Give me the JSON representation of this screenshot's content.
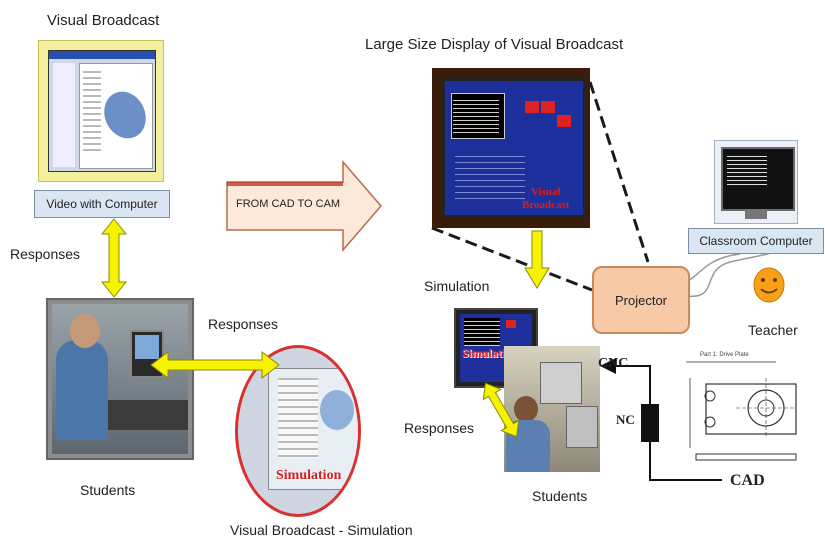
{
  "labels": {
    "visual_broadcast_title": "Visual Broadcast",
    "large_display_title": "Large Size Display of Visual Broadcast",
    "video_with_computer": "Video with Computer",
    "responses_left": "Responses",
    "responses_middle": "Responses",
    "responses_right": "Responses",
    "students_left": "Students",
    "students_right": "Students",
    "from_cad_to_cam": "FROM CAD TO CAM",
    "simulation": "Simulation",
    "projector": "Projector",
    "classroom_computer": "Classroom Computer",
    "teacher": "Teacher",
    "cnc": "CNC",
    "nc": "NC",
    "cad": "CAD",
    "visual_broadcast_simulation": "Visual Broadcast - Simulation",
    "overlay_simulation_circle": "Simulation",
    "overlay_simulation_photo": "Simulation",
    "overlay_visual_broadcast": "Visual\nBroadcast",
    "drawing_title": "Part 1: Drive Plate"
  },
  "colors": {
    "arrow_yellow": "#f6f200",
    "arrow_outline": "#8a8a00",
    "projector_fill": "#f8c9a6",
    "projector_border": "#c98b5c",
    "label_box_fill": "#dbe6f3",
    "cad_cam_arrow": "#fde9d9",
    "circle_border": "#d93030",
    "teacher_face": "#f7a11a"
  }
}
